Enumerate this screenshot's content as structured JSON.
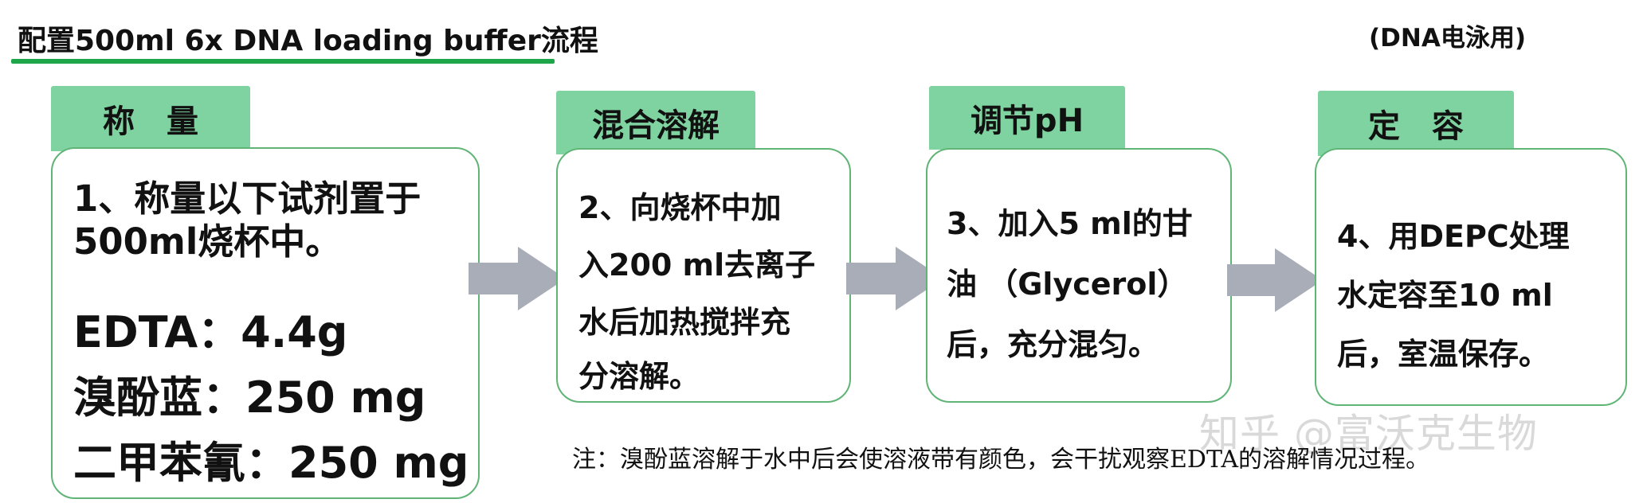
{
  "title": "配置500ml 6x DNA loading buffer流程",
  "subtitle": "(DNA电泳用)",
  "steps": [
    {
      "label": "称　量",
      "lines": [
        "1、称量以下试剂置于",
        "500ml烧杯中。"
      ],
      "reagents": [
        "EDTA：4.4g",
        "溴酚蓝：250 mg",
        "二甲苯氰：250 mg"
      ]
    },
    {
      "label": "混合溶解",
      "lines": [
        "2、向烧杯中加",
        "入200 ml去离子",
        "水后加热搅拌充",
        "分溶解。"
      ]
    },
    {
      "label": "调节pH",
      "lines": [
        "3、加入5 ml的甘",
        "油 （Glycerol）",
        "后，充分混匀。"
      ]
    },
    {
      "label": "定　容",
      "lines": [
        "4、用DEPC处理",
        "水定容至10 ml",
        "后，室温保存。"
      ]
    }
  ],
  "note": "注：溴酚蓝溶解于水中后会使溶液带有颜色，会干扰观察EDTA的溶解情况过程。",
  "watermark": "知乎 @富沃克生物",
  "colors": {
    "accent_line": "#1fa64a",
    "tab_fill": "#7fd3a0",
    "box_border": "#5fb476",
    "arrow_fill": "#a9adb8"
  }
}
